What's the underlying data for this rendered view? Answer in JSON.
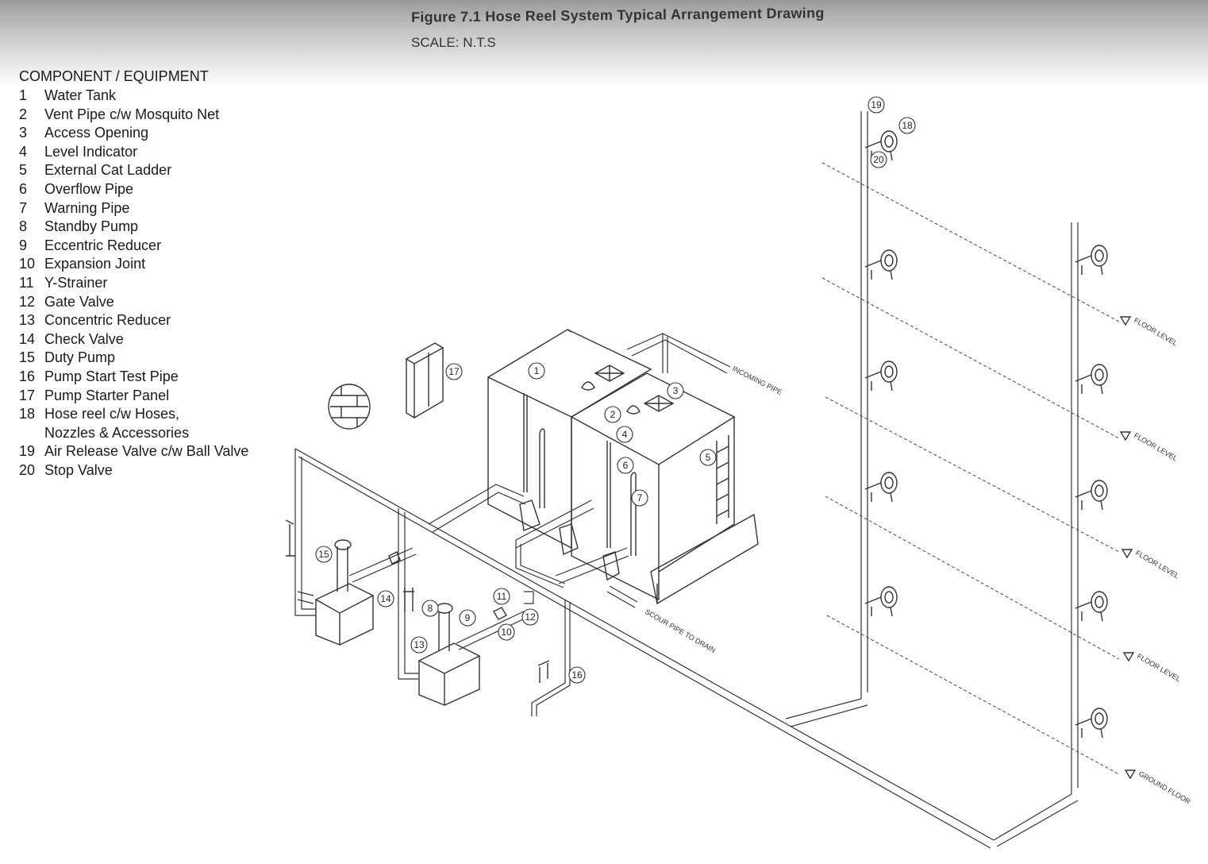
{
  "figure": {
    "title": "Figure 7.1 Hose Reel System Typical Arrangement Drawing",
    "scale": "SCALE: N.T.S"
  },
  "legend": {
    "heading": "COMPONENT / EQUIPMENT",
    "items": [
      {
        "num": "1",
        "label": "Water Tank"
      },
      {
        "num": "2",
        "label": "Vent Pipe c/w Mosquito Net"
      },
      {
        "num": "3",
        "label": "Access Opening"
      },
      {
        "num": "4",
        "label": "Level Indicator"
      },
      {
        "num": "5",
        "label": "External Cat Ladder"
      },
      {
        "num": "6",
        "label": "Overflow Pipe"
      },
      {
        "num": "7",
        "label": "Warning Pipe"
      },
      {
        "num": "8",
        "label": "Standby Pump"
      },
      {
        "num": "9",
        "label": "Eccentric Reducer"
      },
      {
        "num": "10",
        "label": "Expansion Joint"
      },
      {
        "num": "11",
        "label": "Y-Strainer"
      },
      {
        "num": "12",
        "label": "Gate Valve"
      },
      {
        "num": "13",
        "label": "Concentric Reducer"
      },
      {
        "num": "14",
        "label": "Check Valve"
      },
      {
        "num": "15",
        "label": "Duty Pump"
      },
      {
        "num": "16",
        "label": "Pump Start Test Pipe"
      },
      {
        "num": "17",
        "label": "Pump Starter Panel"
      },
      {
        "num": "18",
        "label": "Hose reel c/w Hoses,"
      },
      {
        "num": "",
        "label": "Nozzles & Accessories"
      },
      {
        "num": "19",
        "label": "Air Release Valve c/w Ball Valve"
      },
      {
        "num": "20",
        "label": "Stop Valve"
      }
    ]
  },
  "diagram": {
    "callouts": [
      "1",
      "2",
      "3",
      "4",
      "5",
      "6",
      "7",
      "8",
      "9",
      "10",
      "11",
      "12",
      "13",
      "14",
      "15",
      "16",
      "17",
      "18",
      "19",
      "20"
    ],
    "annotations": {
      "incoming_pipe": "INCOMING PIPE",
      "scour_pipe": "SCOUR PIPE TO DRAIN",
      "floor_level": "FLOOR LEVEL",
      "ground_floor": "GROUND FLOOR"
    },
    "icons": [
      "hose-reel-icon",
      "tank-icon",
      "pump-icon",
      "valve-icon",
      "panel-icon",
      "level-marker-icon"
    ]
  }
}
